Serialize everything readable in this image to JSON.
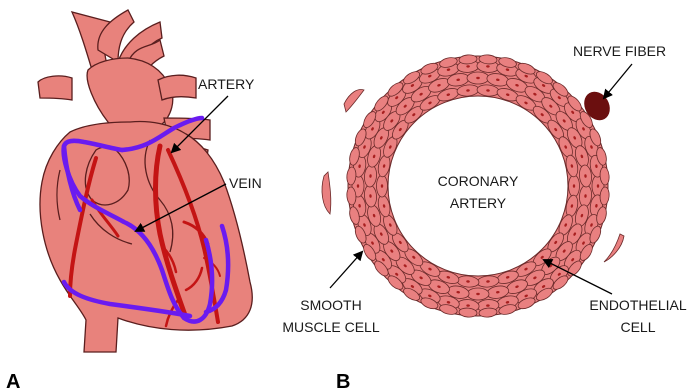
{
  "panels": {
    "a": "A",
    "b": "B"
  },
  "labels": {
    "artery": "ARTERY",
    "vein": "VEIN",
    "nerve_fiber": "NERVE FIBER",
    "coronary_line1": "CORONARY",
    "coronary_line2": "ARTERY",
    "smooth_line1": "SMOOTH",
    "smooth_line2": "MUSCLE CELL",
    "endothelial_line1": "ENDOTHELIAL",
    "endothelial_line2": "CELL"
  },
  "colors": {
    "heart_fill": "#e8827c",
    "heart_outline": "#5a1e1e",
    "artery": "#c41414",
    "vein": "#6a1bf0",
    "cell_fill": "#e98080",
    "cell_nucleus": "#a82020",
    "nerve": "#6b0f0f"
  }
}
